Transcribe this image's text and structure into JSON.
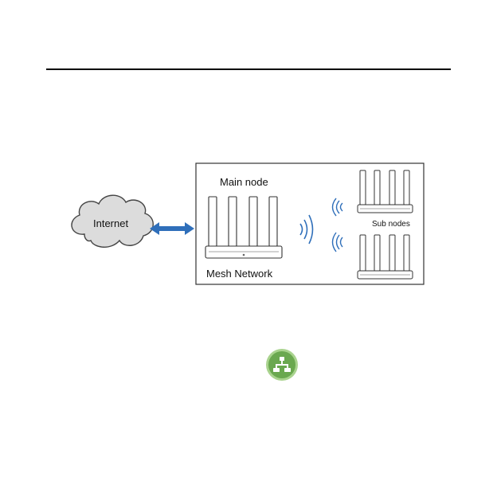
{
  "diagram": {
    "internet_label": "Internet",
    "main_node_label": "Main node",
    "sub_nodes_label": "Sub nodes",
    "mesh_network_label": "Mesh Network"
  },
  "icons": {
    "cloud": "cloud-icon",
    "arrow": "double-arrow-icon",
    "router": "router-icon",
    "wifi": "wifi-signal-icon",
    "app": "network-topology-icon"
  },
  "colors": {
    "cloud_fill": "#dcdcdc",
    "arrow": "#2f6fba",
    "wifi": "#2f6fba",
    "app_icon_fill": "#6aa84f",
    "app_icon_ring": "#a9d38e"
  }
}
